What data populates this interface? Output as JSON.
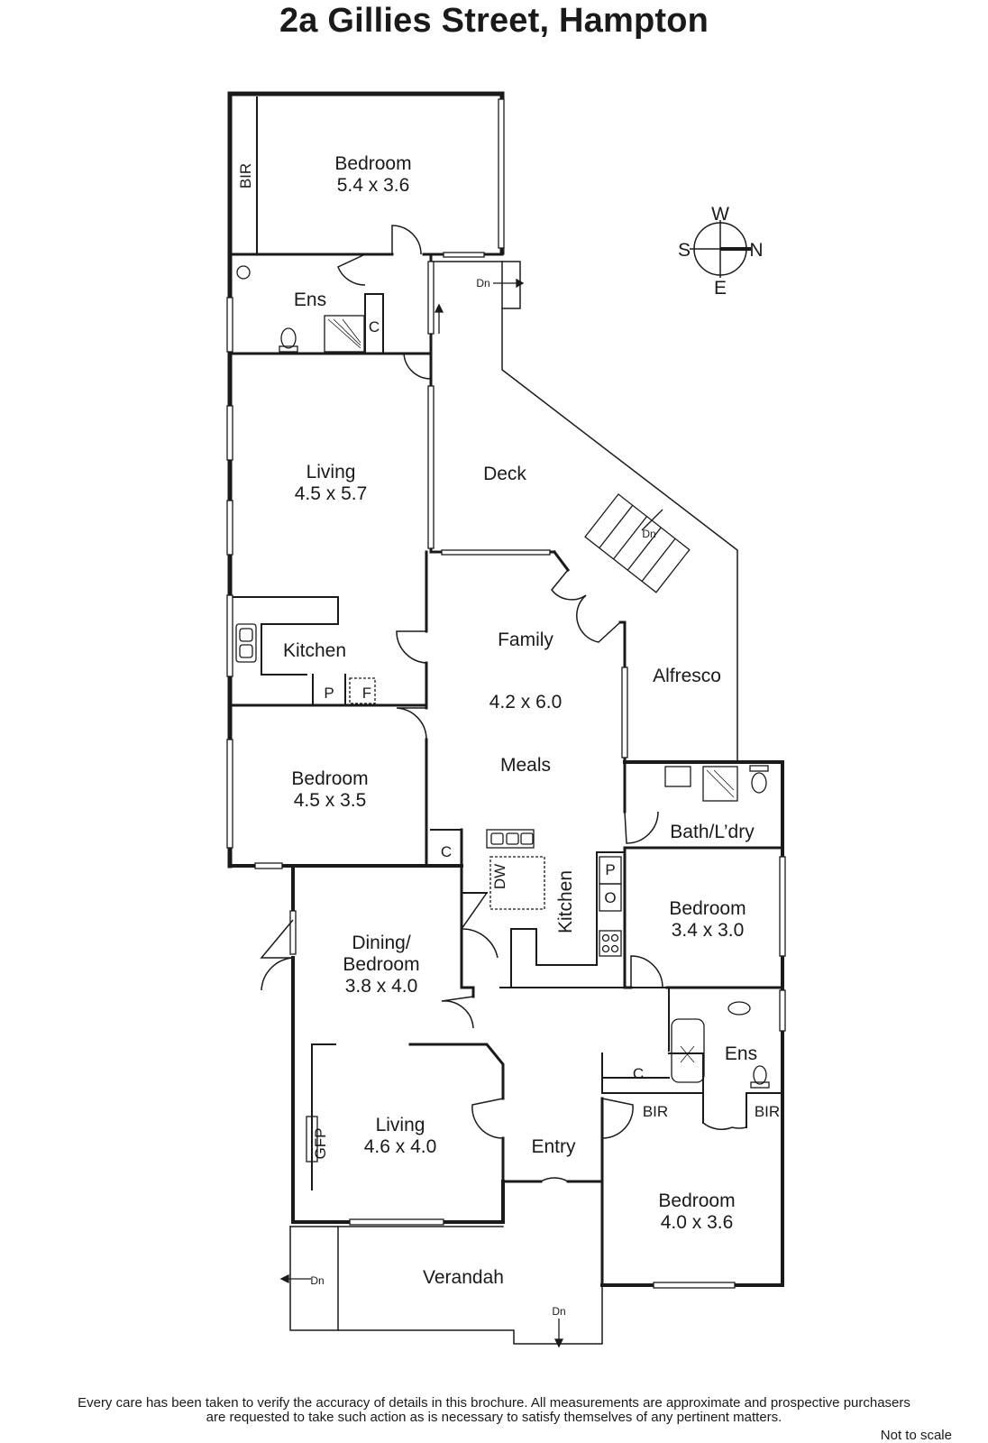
{
  "title": "2a Gillies Street, Hampton",
  "compass": {
    "w": "W",
    "s": "S",
    "n": "N",
    "e": "E"
  },
  "rooms": {
    "bedroom_top": {
      "name": "Bedroom",
      "size": "5.4 x 3.6"
    },
    "bir_top": "BIR",
    "ens_top": "Ens",
    "c_top": "C",
    "living_top": {
      "name": "Living",
      "size": "4.5 x 5.7"
    },
    "deck": "Deck",
    "kitchen_top": "Kitchen",
    "pantry_top": "P",
    "fridge_top": "F",
    "family": {
      "name": "Family",
      "size": "4.2 x 6.0",
      "meals": "Meals"
    },
    "alfresco": "Alfresco",
    "bedroom_mid": {
      "name": "Bedroom",
      "size": "4.5 x 3.5"
    },
    "c_mid": "C",
    "dw": "DW",
    "kitchen_mid": "Kitchen",
    "pantry_mid": "P",
    "oven_mid": "O",
    "bath_ldry": "Bath/L’dry",
    "bedroom_right": {
      "name": "Bedroom",
      "size": "3.4 x 3.0"
    },
    "dining": {
      "line1": "Dining/",
      "line2": "Bedroom",
      "size": "3.8 x 4.0"
    },
    "ens_bottom": "Ens",
    "c_bottom": "C",
    "bir_bottom_left": "BIR",
    "bir_bottom_right": "BIR",
    "living_bottom": {
      "name": "Living",
      "size": "4.6 x 4.0"
    },
    "gfp": "GFP",
    "entry": "Entry",
    "bedroom_bottom": {
      "name": "Bedroom",
      "size": "4.0 x 3.6"
    },
    "verandah": "Verandah",
    "dn": "Dn"
  },
  "footer": {
    "line1": "Every care has been taken to verify the accuracy of details in this brochure.  All measurements are approximate and prospective purchasers",
    "line2": "are requested to take such action as is necessary to satisfy themselves of any pertinent matters.",
    "scale": "Not to scale"
  }
}
